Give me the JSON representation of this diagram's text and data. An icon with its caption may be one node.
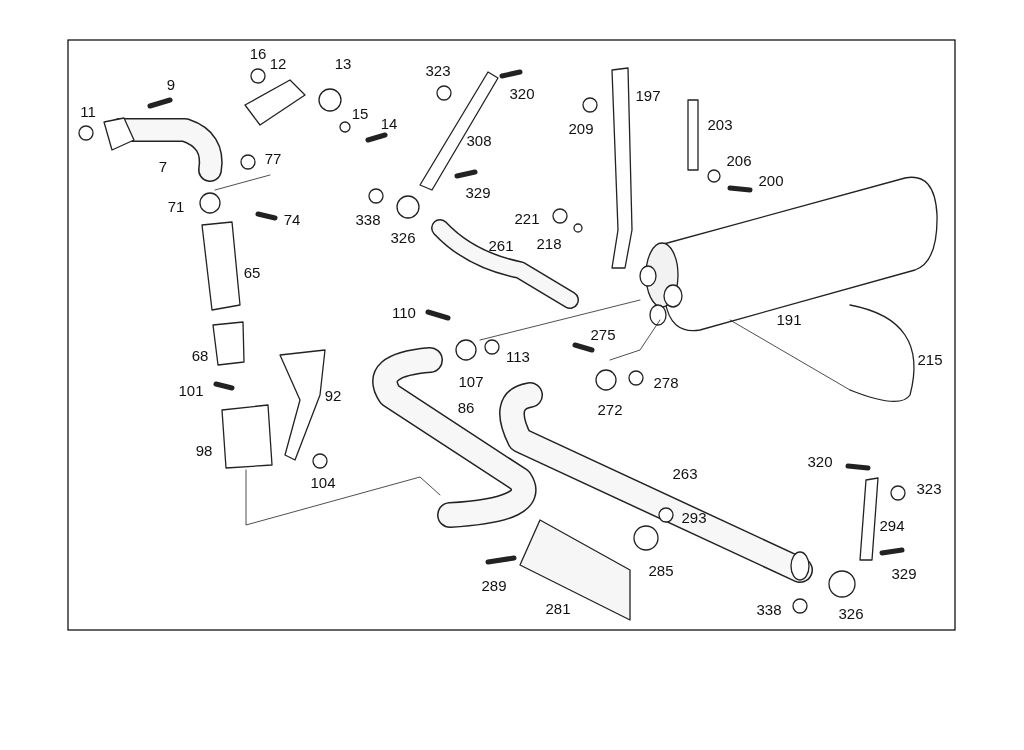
{
  "diagram": {
    "labels": [
      "16",
      "12",
      "13",
      "323",
      "320",
      "197",
      "9",
      "15",
      "14",
      "209",
      "203",
      "11",
      "308",
      "7",
      "77",
      "206",
      "200",
      "329",
      "71",
      "74",
      "338",
      "221",
      "218",
      "326",
      "261",
      "65",
      "191",
      "110",
      "275",
      "215",
      "68",
      "107",
      "113",
      "101",
      "92",
      "278",
      "86",
      "272",
      "98",
      "263",
      "104",
      "320",
      "323",
      "293",
      "294",
      "285",
      "289",
      "329",
      "281",
      "338",
      "326"
    ]
  }
}
